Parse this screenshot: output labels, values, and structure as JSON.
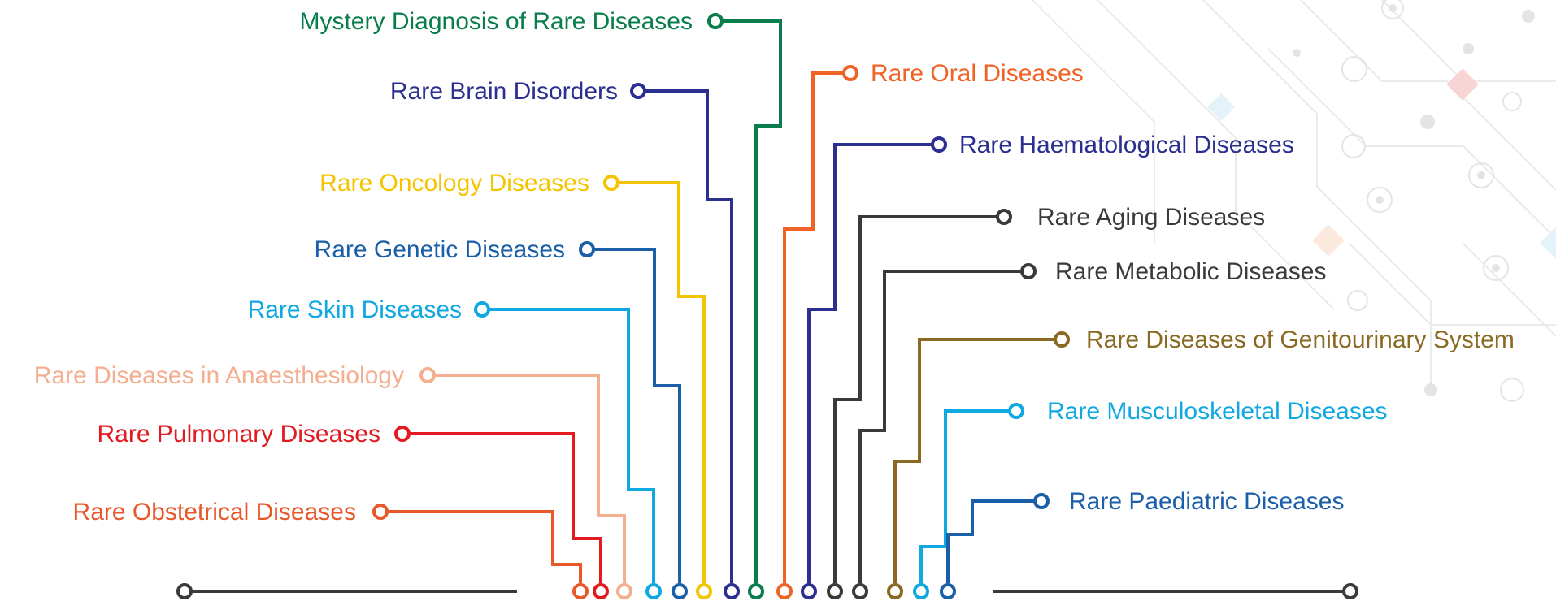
{
  "labels": [
    {
      "text": "Mystery Diagnosis of Rare Diseases",
      "color": "#0a7d4c"
    },
    {
      "text": "Rare Brain Disorders",
      "color": "#2b2f8f"
    },
    {
      "text": "Rare Oncology Diseases",
      "color": "#f5c400"
    },
    {
      "text": "Rare Genetic Diseases",
      "color": "#1b5fa8"
    },
    {
      "text": "Rare Skin Diseases",
      "color": "#10a8e0"
    },
    {
      "text": "Rare Diseases in Anaesthesiology",
      "color": "#f4ae90"
    },
    {
      "text": "Rare Pulmonary Diseases",
      "color": "#e21b23"
    },
    {
      "text": "Rare Obstetrical Diseases",
      "color": "#e8582a"
    },
    {
      "text": "Rare Oral Diseases",
      "color": "#ef6326"
    },
    {
      "text": "Rare Haematological Diseases",
      "color": "#2b2f8f"
    },
    {
      "text": "Rare Aging Diseases",
      "color": "#3a3a3a"
    },
    {
      "text": "Rare Metabolic Diseases",
      "color": "#3a3a3a"
    },
    {
      "text": "Rare Diseases of Genitourinary System",
      "color": "#8a6a22"
    },
    {
      "text": "Rare Musculoskeletal Diseases",
      "color": "#10a8e0"
    },
    {
      "text": "Rare Paediatric Diseases",
      "color": "#1b5fa8"
    }
  ],
  "colors": {
    "baseline": "#3a3a3a",
    "background_decor": "#d9d9d9"
  }
}
